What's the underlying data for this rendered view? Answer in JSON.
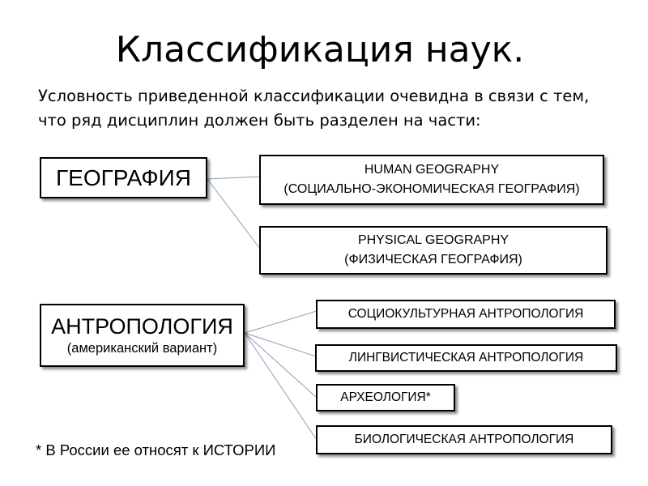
{
  "slide": {
    "title": "Классификация наук.",
    "intro_text": "Условность приведенной классификации очевидна в связи с тем, что ряд дисциплин должен быть разделен на части:",
    "footnote": "* В России ее относят к ИСТОРИИ"
  },
  "diagram": {
    "geography": {
      "label": "ГЕОГРАФИЯ",
      "children": [
        {
          "line1": "HUMAN GEOGRAPHY",
          "line2": "(СОЦИАЛЬНО-ЭКОНОМИЧЕСКАЯ ГЕОГРАФИЯ)"
        },
        {
          "line1": "PHYSICAL GEOGRAPHY",
          "line2": "(ФИЗИЧЕСКАЯ ГЕОГРАФИЯ)"
        }
      ]
    },
    "anthropology": {
      "label": "АНТРОПОЛОГИЯ",
      "sublabel": "(американский вариант)",
      "children": [
        {
          "label": "СОЦИОКУЛЬТУРНАЯ АНТРОПОЛОГИЯ"
        },
        {
          "label": "ЛИНГВИСТИЧЕСКАЯ АНТРОПОЛОГИЯ"
        },
        {
          "label": "АРХЕОЛОГИЯ*"
        },
        {
          "label": "БИОЛОГИЧЕСКАЯ АНТРОПОЛОГИЯ"
        }
      ]
    }
  },
  "colors": {
    "connector_line": "#8a9cb8",
    "box_border": "#000000",
    "background": "#ffffff"
  }
}
